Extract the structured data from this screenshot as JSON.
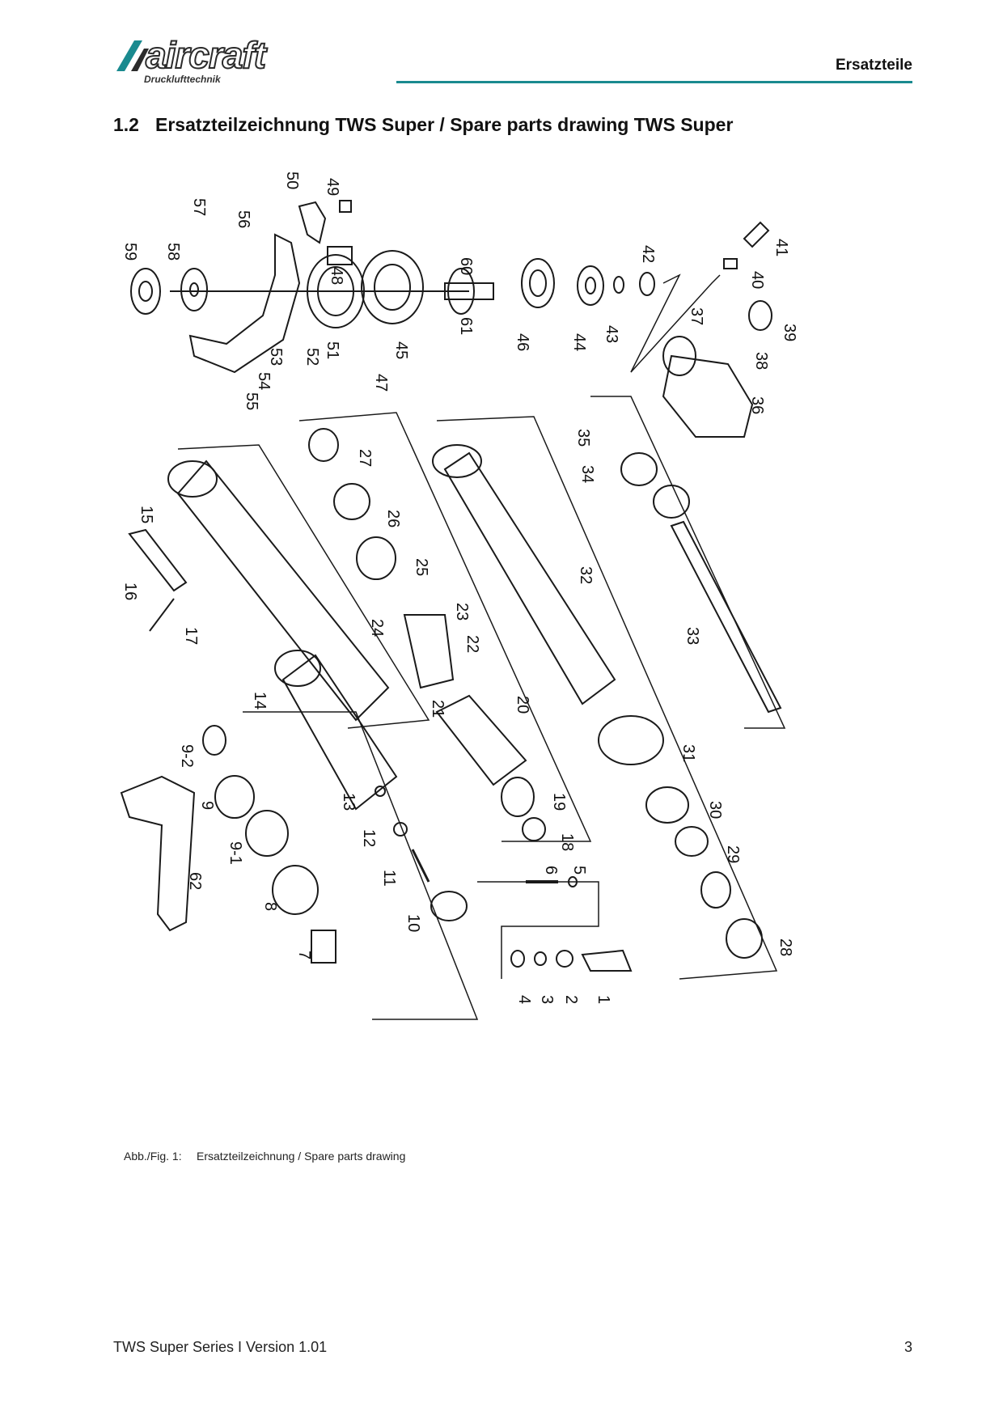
{
  "header": {
    "logo_name": "aircraft",
    "logo_sub": "Drucklufttechnik",
    "section_label": "Ersatzteile",
    "accent_color": "#1a8a8f"
  },
  "heading": {
    "number": "1.2",
    "title": "Ersatzteilzeichnung TWS Super / Spare parts drawing TWS Super"
  },
  "drawing": {
    "part_numbers": [
      "1",
      "2",
      "3",
      "4",
      "5",
      "6",
      "7",
      "8",
      "9",
      "9-1",
      "9-2",
      "10",
      "11",
      "12",
      "13",
      "14",
      "15",
      "16",
      "17",
      "18",
      "19",
      "20",
      "21",
      "22",
      "23",
      "24",
      "25",
      "26",
      "27",
      "28",
      "29",
      "30",
      "31",
      "32",
      "33",
      "34",
      "35",
      "36",
      "37",
      "38",
      "39",
      "40",
      "41",
      "42",
      "43",
      "44",
      "45",
      "46",
      "47",
      "48",
      "49",
      "50",
      "51",
      "52",
      "53",
      "54",
      "55",
      "56",
      "57",
      "58",
      "59",
      "60",
      "61",
      "62"
    ]
  },
  "caption": {
    "label": "Abb./Fig. 1:",
    "text": "Ersatzteilzeichnung / Spare parts drawing"
  },
  "footer": {
    "left": "TWS Super Series I Version 1.01",
    "page": "3"
  }
}
